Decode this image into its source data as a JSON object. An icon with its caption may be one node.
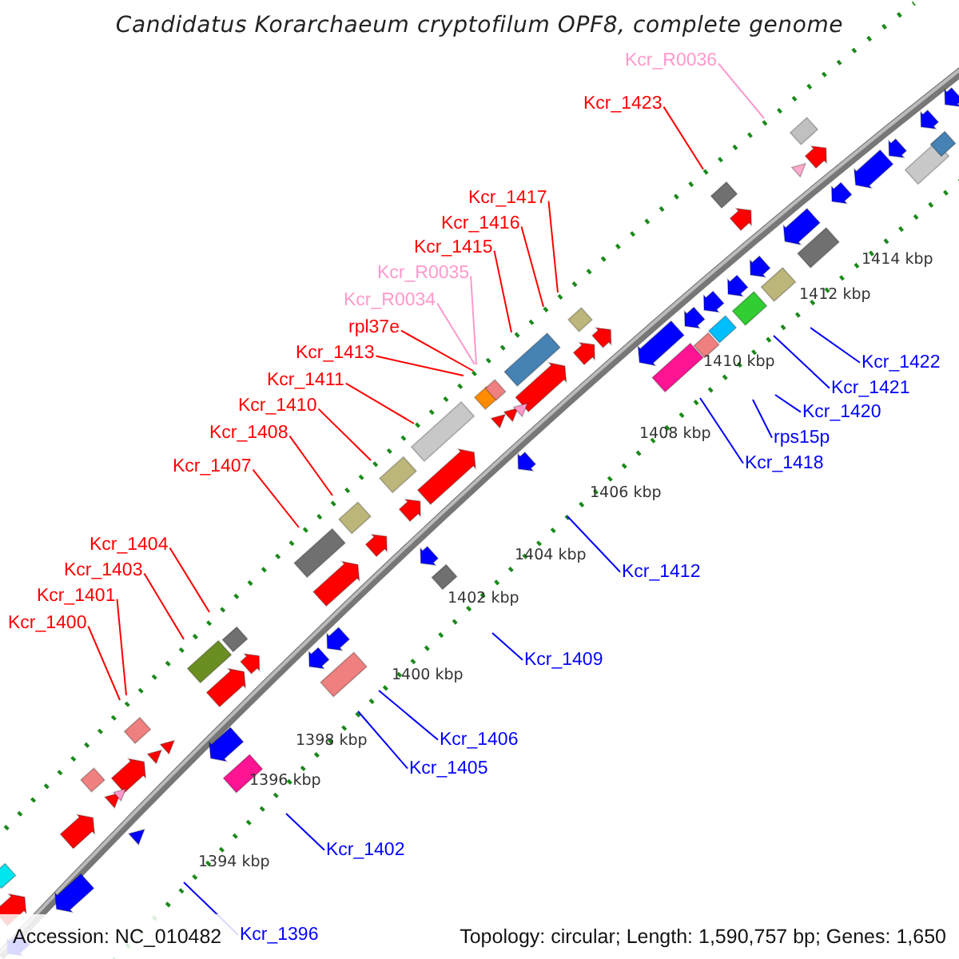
{
  "diagram": {
    "title": "Candidatus Korarchaeum cryptofilum OPF8, complete genome",
    "nodes": [
      {
        "text": [
          "Kcr_R0036"
        ]
      },
      {
        "text": [
          "Kcr_1423"
        ]
      },
      {
        "text": [
          "Kcr_1417"
        ]
      },
      {
        "text": [
          "Kcr_1416"
        ]
      },
      {
        "text": [
          "Kcr_1415"
        ]
      },
      {
        "text": [
          "Kcr_R0035"
        ]
      },
      {
        "text": [
          "Kcr_R0034"
        ]
      },
      {
        "text": [
          "rpl37e"
        ]
      },
      {
        "text": [
          "Kcr_1413"
        ]
      },
      {
        "text": [
          "Kcr_1422"
        ]
      },
      {
        "text": [
          "Kcr_1411"
        ]
      },
      {
        "text": [
          "Kcr_1421"
        ]
      },
      {
        "text": [
          "Kcr_1410"
        ]
      },
      {
        "text": [
          "Kcr_1420"
        ]
      },
      {
        "text": [
          "Kcr_1408"
        ]
      },
      {
        "text": [
          "rps15p"
        ]
      },
      {
        "text": [
          "Kcr_1418"
        ]
      },
      {
        "text": [
          "Kcr_1407"
        ]
      },
      {
        "text": [
          "Kcr_1404"
        ]
      },
      {
        "text": [
          "Kcr_1403"
        ]
      },
      {
        "text": [
          "Kcr_1412"
        ]
      },
      {
        "text": [
          "Kcr_1401"
        ]
      },
      {
        "text": [
          "Kcr_1400"
        ]
      },
      {
        "text": [
          "Kcr_1409"
        ]
      },
      {
        "text": [
          "Kcr_1406"
        ]
      },
      {
        "text": [
          "Kcr_1405"
        ]
      },
      {
        "text": [
          "Kcr_1402"
        ]
      },
      {
        "text": [
          "Kcr_1396"
        ]
      }
    ],
    "edges": [
      {
        "from": 0,
        "to": null,
        "arrow": "none",
        "color": "#ff99cc"
      },
      {
        "from": 1,
        "to": null,
        "arrow": "none"
      },
      {
        "from": 2,
        "to": null,
        "arrow": "none"
      },
      {
        "from": 3,
        "to": null,
        "arrow": "none"
      },
      {
        "from": 4,
        "to": null,
        "arrow": "none"
      },
      {
        "from": 5,
        "to": null,
        "arrow": "none",
        "color": "#ff99cc"
      },
      {
        "from": 6,
        "to": null,
        "arrow": "none",
        "color": "#ff99cc"
      },
      {
        "from": 7,
        "to": null,
        "arrow": "none"
      },
      {
        "from": 8,
        "to": null,
        "arrow": "none"
      },
      {
        "from": 9,
        "to": null,
        "arrow": "none",
        "color": "#0000ff"
      },
      {
        "from": 10,
        "to": null,
        "arrow": "none"
      },
      {
        "from": 11,
        "to": null,
        "arrow": "none",
        "color": "#0000ff"
      },
      {
        "from": 12,
        "to": null,
        "arrow": "none"
      },
      {
        "from": 13,
        "to": null,
        "arrow": "none",
        "color": "#0000ff"
      },
      {
        "from": 14,
        "to": null,
        "arrow": "none"
      },
      {
        "from": 15,
        "to": null,
        "arrow": "none",
        "color": "#0000ff"
      },
      {
        "from": 16,
        "to": null,
        "arrow": "none",
        "color": "#0000ff"
      },
      {
        "from": 17,
        "to": null,
        "arrow": "none"
      },
      {
        "from": 18,
        "to": null,
        "arrow": "none"
      },
      {
        "from": 19,
        "to": null,
        "arrow": "none"
      },
      {
        "from": 20,
        "to": null,
        "arrow": "none",
        "color": "#0000ff"
      },
      {
        "from": 21,
        "to": null,
        "arrow": "none"
      },
      {
        "from": 22,
        "to": null,
        "arrow": "none"
      },
      {
        "from": 23,
        "to": null,
        "arrow": "none",
        "color": "#0000ff"
      },
      {
        "from": 24,
        "to": null,
        "arrow": "none",
        "color": "#0000ff"
      },
      {
        "from": 25,
        "to": null,
        "arrow": "none",
        "color": "#0000ff"
      },
      {
        "from": 26,
        "to": null,
        "arrow": "none",
        "color": "#0000ff"
      },
      {
        "from": 27,
        "to": null,
        "arrow": "none",
        "color": "#0000ff"
      }
    ],
    "labels": [
      "1414 kbp",
      "1412 kbp",
      "1410 kbp",
      "1408 kbp",
      "1406 kbp",
      "1404 kbp",
      "1402 kbp",
      "1400 kbp",
      "1398 kbp",
      "1396 kbp",
      "1394 kbp",
      "Accession: NC_010482",
      "Topology: circular; Length: 1,590,757 bp; Genes: 1,650"
    ]
  }
}
